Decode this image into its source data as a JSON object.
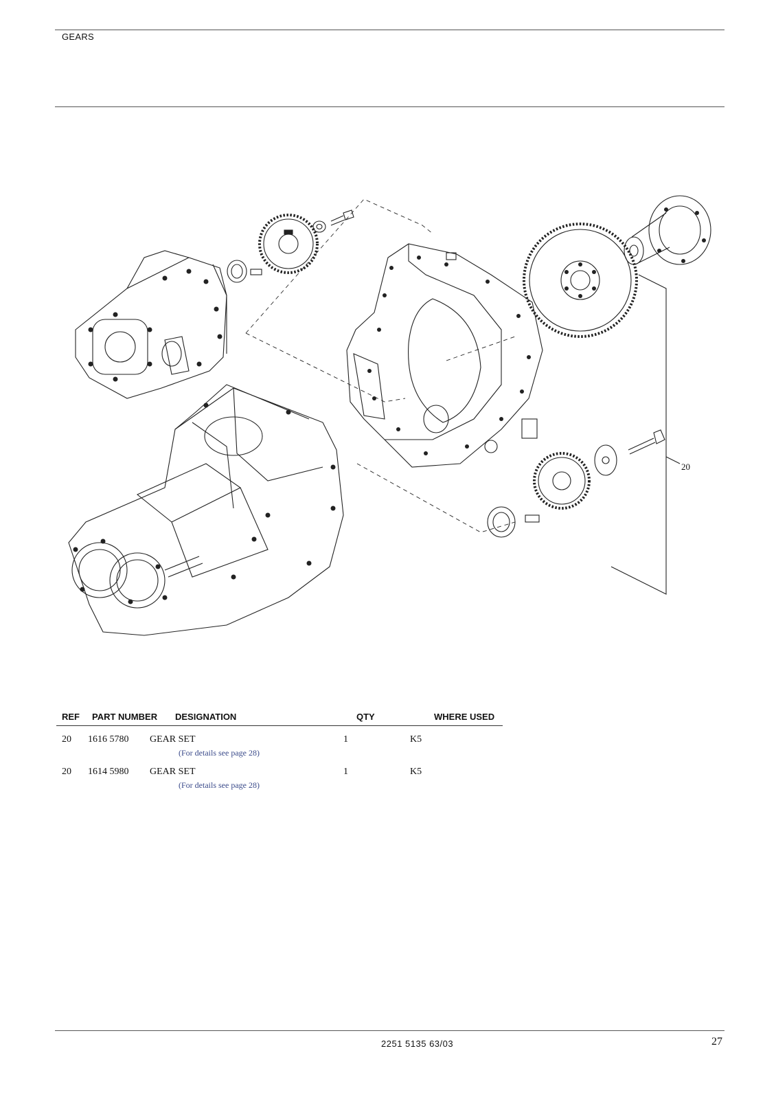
{
  "header": {
    "section_title": "GEARS"
  },
  "figure": {
    "callout": "20"
  },
  "table": {
    "headers": {
      "ref": "REF",
      "part_number": "PART NUMBER",
      "designation": "DESIGNATION",
      "qty": "QTY",
      "where_used": "WHERE USED"
    },
    "rows": [
      {
        "ref": "20",
        "part_number": "1616 5780",
        "designation": "GEAR SET",
        "note": "(For details see page 28)",
        "qty": "1",
        "where_used": "K5"
      },
      {
        "ref": "20",
        "part_number": "1614 5980",
        "designation": "GEAR SET",
        "note": "(For details see page 28)",
        "qty": "1",
        "where_used": "K5"
      }
    ]
  },
  "footer": {
    "doc_number": "2251 5135 63/03",
    "page_number": "27"
  }
}
